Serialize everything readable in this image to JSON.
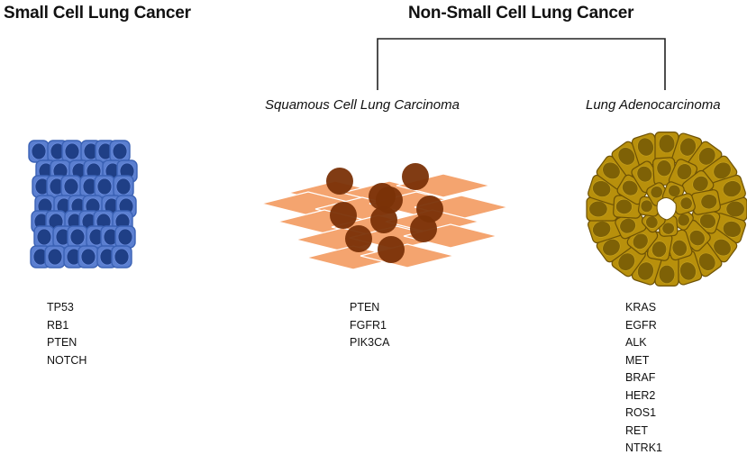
{
  "sclc": {
    "title": "Small Cell Lung Cancer",
    "genes": [
      "TP53",
      "RB1",
      "PTEN",
      "NOTCH"
    ],
    "color": "#3b62b5"
  },
  "nsclc": {
    "title": "Non-Small Cell Lung Cancer",
    "squamous": {
      "title": "Squamous Cell Lung Carcinoma",
      "genes": [
        "PTEN",
        "FGFR1",
        "PIK3CA"
      ],
      "color": "#f4a46f"
    },
    "adeno": {
      "title": "Lung Adenocarcinoma",
      "genes": [
        "KRAS",
        "EGFR",
        "ALK",
        "MET",
        "BRAF",
        "HER2",
        "ROS1",
        "RET",
        "NTRK1"
      ],
      "color": "#b8900c"
    }
  }
}
